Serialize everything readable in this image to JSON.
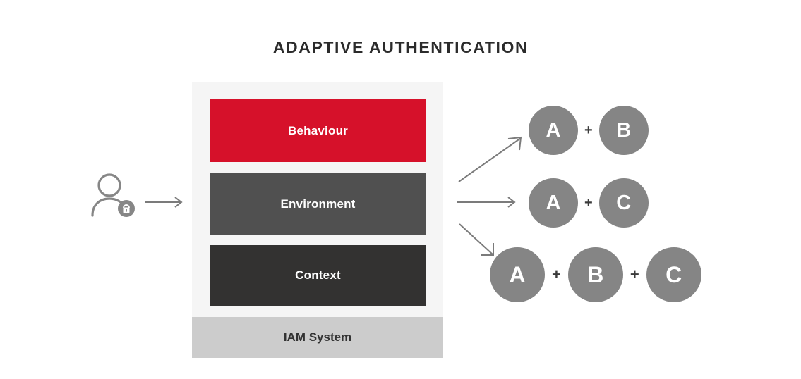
{
  "page": {
    "title": "ADAPTIVE AUTHENTICATION",
    "background_color": "#ffffff"
  },
  "colors": {
    "title_text": "#2b2b2b",
    "panel_background": "#f5f5f5",
    "behaviour_bar": "#d6112a",
    "environment_bar": "#505050",
    "context_bar": "#333231",
    "iam_band": "#cccccc",
    "circle_fill": "#858585",
    "arrow_stroke": "#7b7b7b",
    "actor_stroke": "#868686",
    "plus_sign": "#3b3b3b"
  },
  "actor": {
    "icon": "user-with-lock-icon",
    "arrow_icon": "arrow-right-icon"
  },
  "factor_stack": {
    "bars": [
      {
        "label": "Behaviour",
        "color": "#d6112a",
        "text_color": "#ffffff"
      },
      {
        "label": "Environment",
        "color": "#505050",
        "text_color": "#ffffff"
      },
      {
        "label": "Context",
        "color": "#333231",
        "text_color": "#ffffff"
      }
    ],
    "base": {
      "label": "IAM System",
      "color": "#cccccc",
      "text_color": "#333333"
    }
  },
  "branches": [
    {
      "direction": "up",
      "icon": "arrow-up-right-icon"
    },
    {
      "direction": "flat",
      "icon": "arrow-right-icon"
    },
    {
      "direction": "down",
      "icon": "arrow-down-right-icon"
    }
  ],
  "outcomes": [
    {
      "size": "small",
      "factors": [
        "A",
        "B"
      ],
      "separator": "+"
    },
    {
      "size": "small",
      "factors": [
        "A",
        "C"
      ],
      "separator": "+"
    },
    {
      "size": "large",
      "factors": [
        "A",
        "B",
        "C"
      ],
      "separator": "+"
    }
  ]
}
